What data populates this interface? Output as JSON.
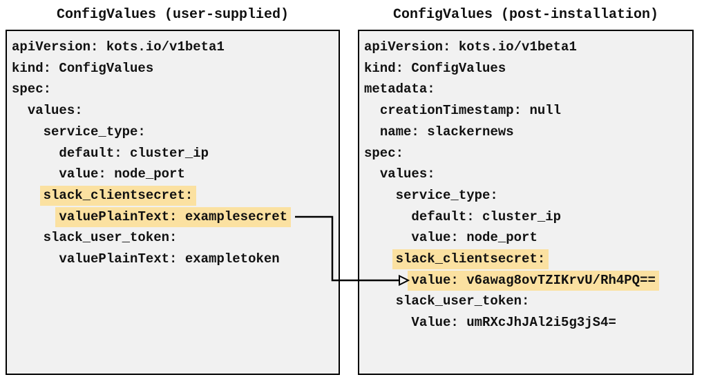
{
  "colors": {
    "highlight": "#FBE1A1",
    "panel_background": "#F1F1F1",
    "panel_border": "#000000",
    "text": "#111111",
    "arrow": "#000000"
  },
  "left_panel": {
    "title": "ConfigValues (user-supplied)",
    "lines": [
      {
        "indent": "",
        "text": "apiVersion: kots.io/v1beta1",
        "highlight": false
      },
      {
        "indent": "",
        "text": "kind: ConfigValues",
        "highlight": false
      },
      {
        "indent": "",
        "text": "spec:",
        "highlight": false
      },
      {
        "indent": "  ",
        "text": "values:",
        "highlight": false
      },
      {
        "indent": "    ",
        "text": "service_type:",
        "highlight": false
      },
      {
        "indent": "      ",
        "text": "default: cluster_ip",
        "highlight": false
      },
      {
        "indent": "      ",
        "text": "value: node_port",
        "highlight": false
      },
      {
        "indent": "    ",
        "text": "slack_clientsecret:",
        "highlight": true
      },
      {
        "indent": "      ",
        "text": "valuePlainText: examplesecret",
        "highlight": true
      },
      {
        "indent": "    ",
        "text": "slack_user_token:",
        "highlight": false
      },
      {
        "indent": "      ",
        "text": "valuePlainText: exampletoken",
        "highlight": false
      }
    ]
  },
  "right_panel": {
    "title": "ConfigValues (post-installation)",
    "lines": [
      {
        "indent": "",
        "text": "apiVersion: kots.io/v1beta1",
        "highlight": false
      },
      {
        "indent": "",
        "text": "kind: ConfigValues",
        "highlight": false
      },
      {
        "indent": "",
        "text": "metadata:",
        "highlight": false
      },
      {
        "indent": "  ",
        "text": "creationTimestamp: null",
        "highlight": false
      },
      {
        "indent": "  ",
        "text": "name: slackernews",
        "highlight": false
      },
      {
        "indent": "",
        "text": "spec:",
        "highlight": false
      },
      {
        "indent": "  ",
        "text": "values:",
        "highlight": false
      },
      {
        "indent": "    ",
        "text": "service_type:",
        "highlight": false
      },
      {
        "indent": "      ",
        "text": "default: cluster_ip",
        "highlight": false
      },
      {
        "indent": "      ",
        "text": "value: node_port",
        "highlight": false
      },
      {
        "indent": "    ",
        "text": "slack_clientsecret:",
        "highlight": true
      },
      {
        "indent": "      ",
        "text": "value: v6awag8ovTZIKrvU/Rh4PQ==",
        "highlight": true
      },
      {
        "indent": "    ",
        "text": "slack_user_token:",
        "highlight": false
      },
      {
        "indent": "      ",
        "text": "Value: umRXcJhJAl2i5g3jS4=",
        "highlight": false
      }
    ]
  }
}
